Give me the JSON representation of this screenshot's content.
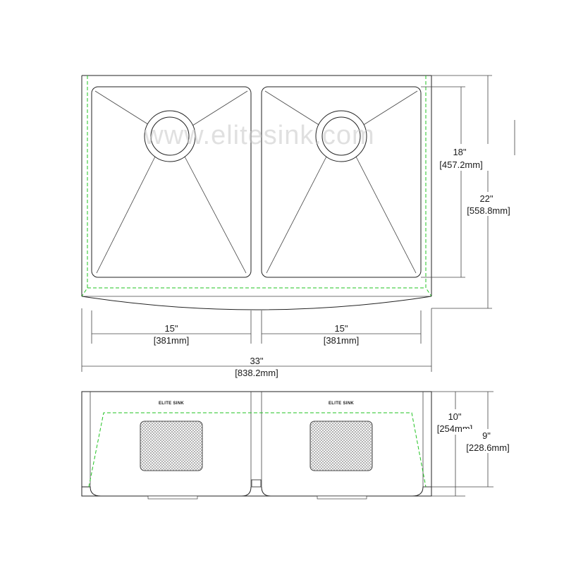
{
  "watermark": "www.elitesink.com",
  "colors": {
    "outline": "#222222",
    "guide": "#22c322",
    "mesh": "#888888"
  },
  "plan_view": {
    "bowl_depth_in": "18\"",
    "bowl_depth_mm": "[457.2mm]",
    "overall_depth_in": "22\"",
    "overall_depth_mm": "[558.8mm]",
    "left_bowl_width_in": "15\"",
    "left_bowl_width_mm": "[381mm]",
    "right_bowl_width_in": "15\"",
    "right_bowl_width_mm": "[381mm]",
    "overall_width_in": "33\"",
    "overall_width_mm": "[838.2mm]"
  },
  "front_view": {
    "brand_left": "ELITE SINK",
    "brand_right": "ELITE SINK",
    "apron_height_in": "10\"",
    "apron_height_mm": "[254mm]",
    "bowl_height_in": "9\"",
    "bowl_height_mm": "[228.6mm]"
  }
}
